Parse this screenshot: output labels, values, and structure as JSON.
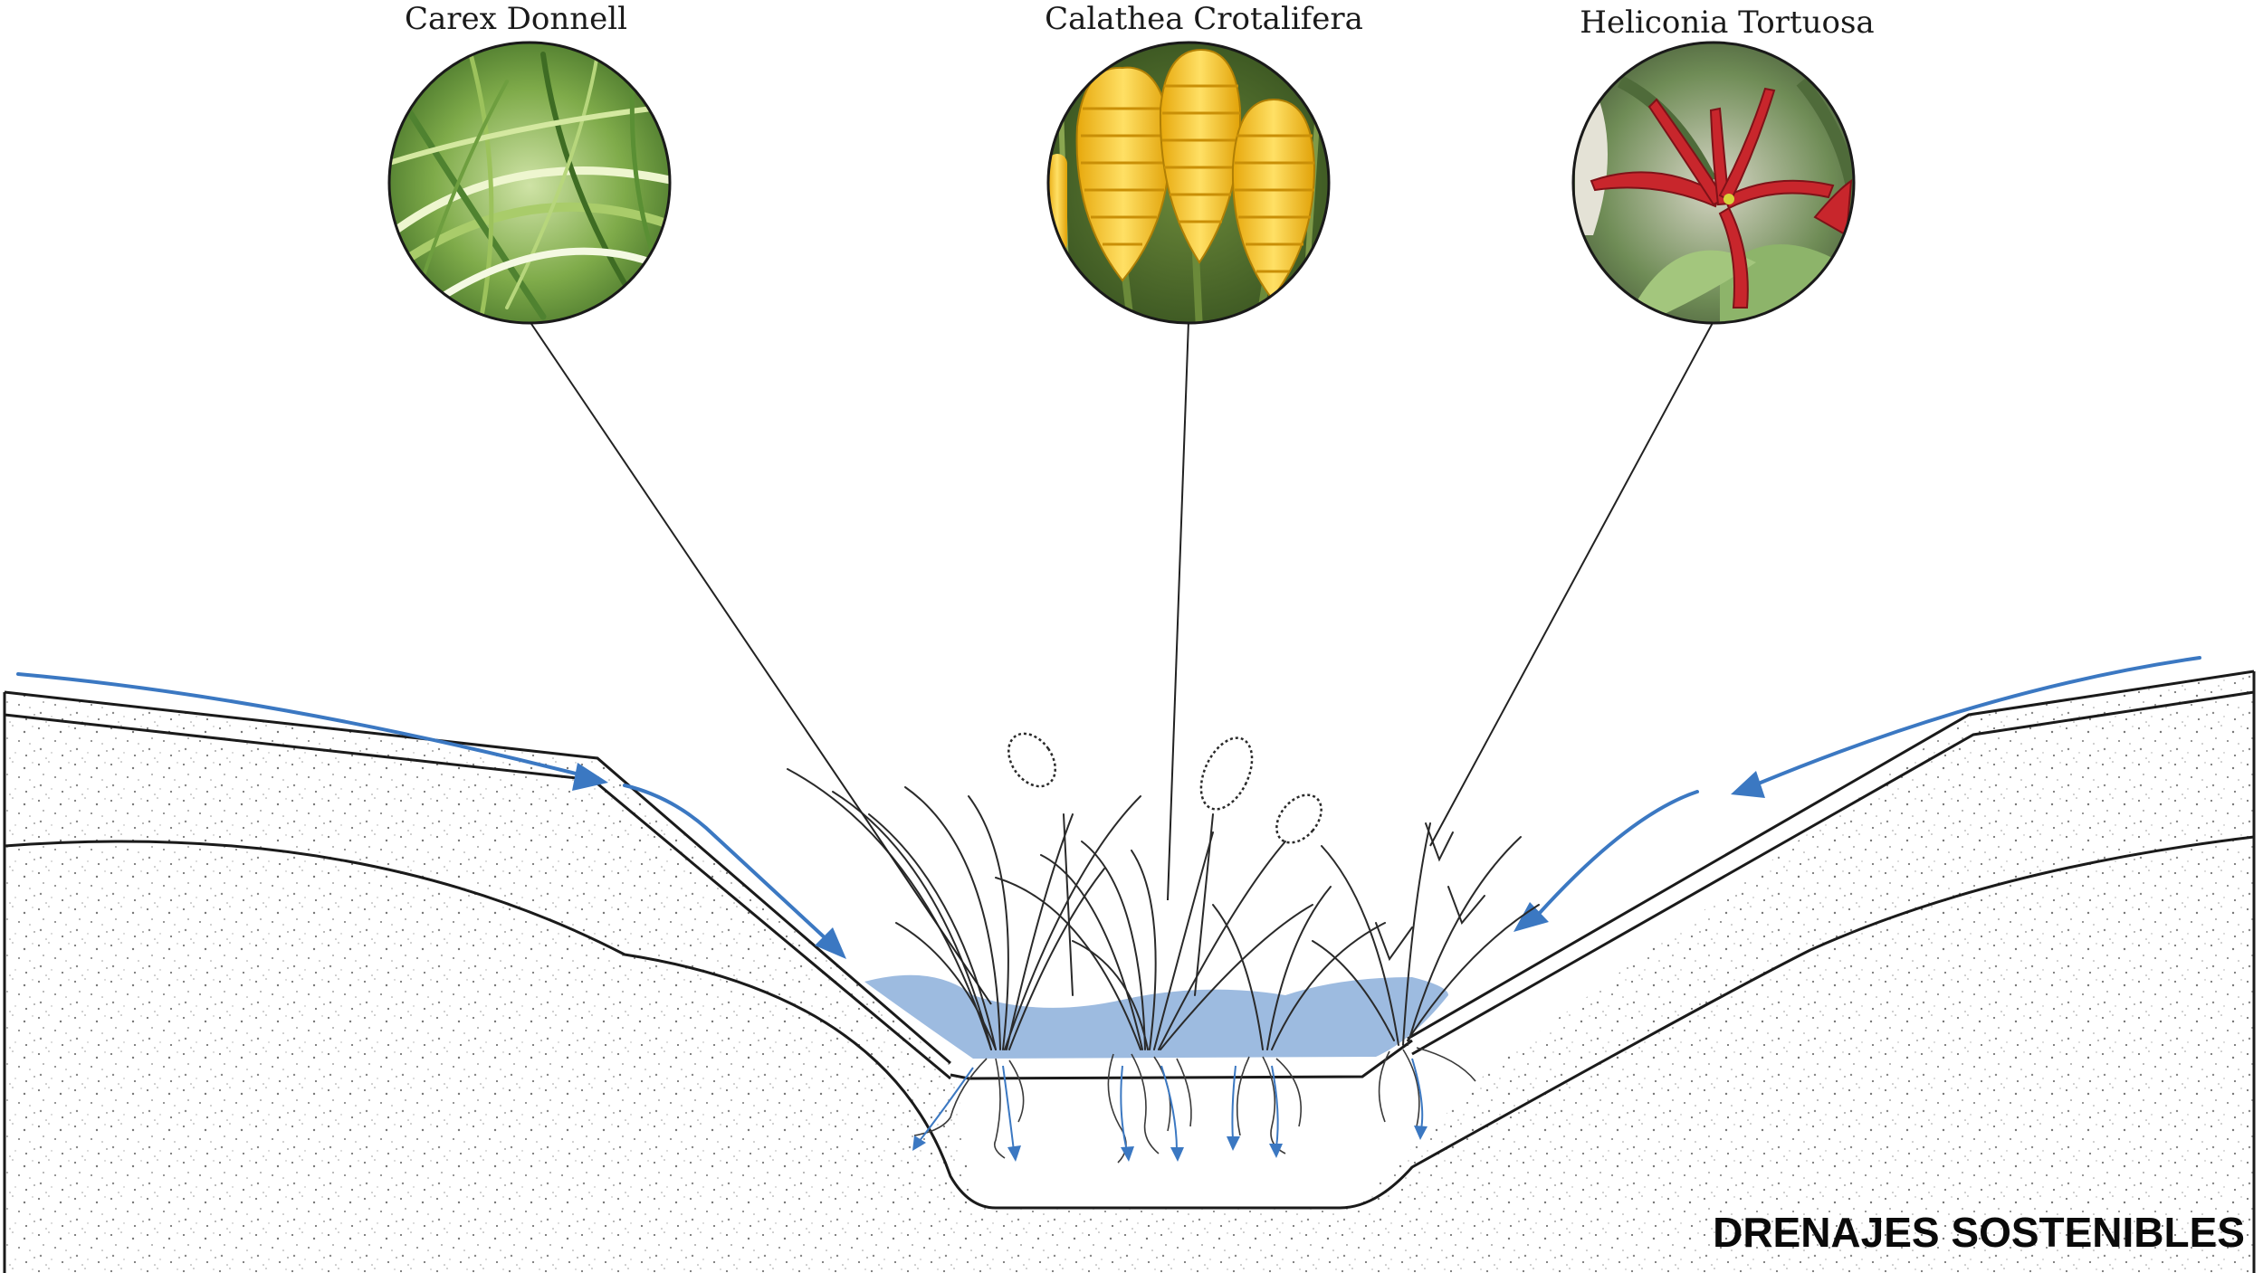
{
  "title": "DRENAJES SOSTENIBLES",
  "plants": [
    {
      "name": "Carex Donnell",
      "depicts": "green grass-like sedge leaves"
    },
    {
      "name": "Calathea Crotalifera",
      "depicts": "yellow rattlesnake bracts"
    },
    {
      "name": "Heliconia Tortuosa",
      "depicts": "red twisted heliconia bracts"
    }
  ],
  "colors": {
    "water": "#9dbbe0",
    "flow": "#3b78c2",
    "sedge": "#5f8f3a",
    "calathea": "#f2c21b",
    "heliconia": "#c8262c"
  }
}
